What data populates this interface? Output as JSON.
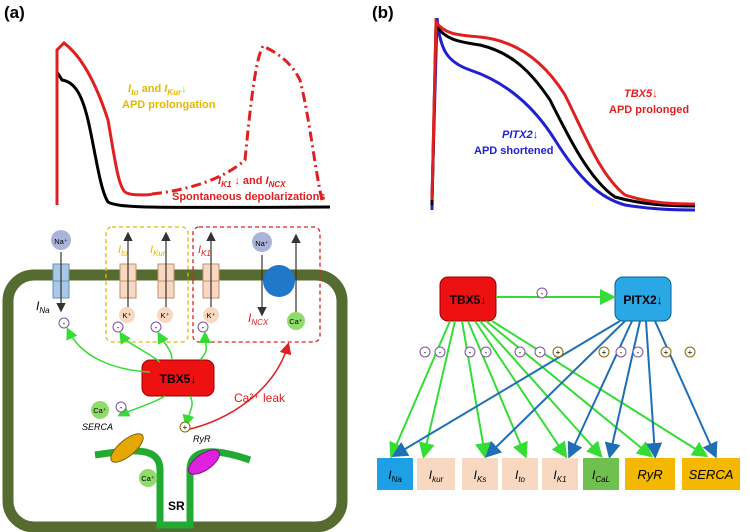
{
  "panel_a": {
    "label": "(a)",
    "ito_text": "I",
    "ito_sub": "to",
    "and_text": " and ",
    "ikur_text": "I",
    "ikur_sub": "Kur",
    "down_arrow": "↓",
    "apd_prolongation": "APD prolongation",
    "ik1_text": "I",
    "ik1_sub": "K1",
    "and2": " ↓ and ",
    "incx_text": "I",
    "incx_sub": "NCX",
    "spontaneous": "Spontaneous depolarizations",
    "ina_label": "I",
    "ina_sub": "Na",
    "ito_ch": "I",
    "ito_ch_sub": "to",
    "ikur_ch": "I",
    "ikur_ch_sub": "Kur",
    "ik1_ch": "I",
    "ik1_ch_sub": "K1",
    "incx_ch": "I",
    "incx_ch_sub": "NCX",
    "na_ion": "Na⁺",
    "na_ion2": "Na⁺",
    "k_ion1": "K⁺",
    "k_ion2": "K⁺",
    "k_ion3": "K⁺",
    "ca_ion1": "Ca⁺",
    "ca_ion2": "Ca⁺",
    "ca_ion3": "Ca⁺",
    "tbx5": "TBX5↓",
    "ca_leak": "Ca²⁺ leak",
    "serca": "SERCA",
    "ryr": "RyR",
    "sr": "SR",
    "minus": "-",
    "plus": "+"
  },
  "panel_b": {
    "label": "(b)",
    "tbx5_curve_label": "TBX5↓",
    "apd_prolonged": "APD prolonged",
    "pitx2_curve_label": "PITX2↓",
    "apd_shortened": "APD shortened",
    "tbx5_box": "TBX5↓",
    "pitx2_box": "PITX2↓",
    "minus": "-",
    "plus": "+",
    "targets": [
      {
        "main": "I",
        "sub": "Na",
        "color": "#1ea0e6"
      },
      {
        "main": "I",
        "sub": "kur",
        "color": "#f8d8c0"
      },
      {
        "main": "I",
        "sub": "Ks",
        "color": "#f8d8c0"
      },
      {
        "main": "I",
        "sub": "to",
        "color": "#f8d8c0"
      },
      {
        "main": "I",
        "sub": "K1",
        "color": "#f8d8c0"
      },
      {
        "main": "I",
        "sub": "CaL",
        "color": "#70c050"
      },
      {
        "main": "RyR",
        "sub": "",
        "color": "#f5b800"
      },
      {
        "main": "SERCA",
        "sub": "",
        "color": "#f5b800"
      }
    ]
  },
  "colors": {
    "red": "#e02020",
    "blue": "#2020d0",
    "green": "#33dd33",
    "dark_blue": "#1f6fb5",
    "cell_wall": "#556b2f",
    "sr_green": "#22aa33",
    "orange": "#e6b800"
  }
}
